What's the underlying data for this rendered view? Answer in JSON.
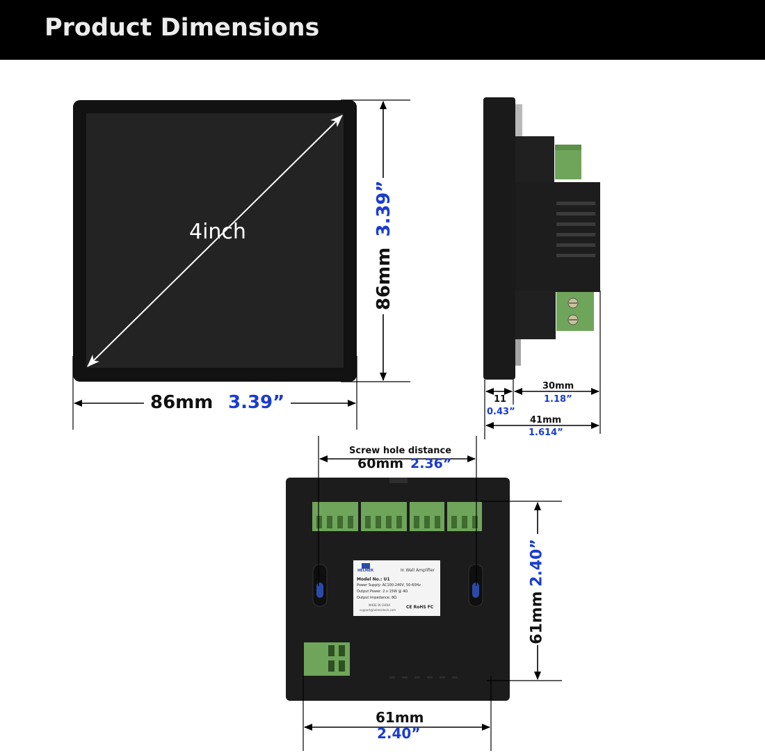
{
  "header": {
    "title": "Product Dimensions"
  },
  "front_view": {
    "diagonal_label": "4inch",
    "width_mm": "86mm",
    "width_in": "3.39”",
    "height_mm": "86mm",
    "height_in": "3.39”"
  },
  "side_view": {
    "front_depth_mm": "11",
    "front_depth_in": "0.43”",
    "rear_depth_mm": "30mm",
    "rear_depth_in": "1.18”",
    "total_depth_mm": "41mm",
    "total_depth_in": "1.614”"
  },
  "back_view": {
    "screw_caption": "Screw hole distance",
    "screw_mm": "60mm",
    "screw_in": "2.36”",
    "height_mm": "61mm",
    "height_in": "2.40”",
    "width_mm": "61mm",
    "width_in": "2.40”",
    "label": {
      "brand": "HELMER",
      "subtitle": "In Wall Amplifier",
      "model": "Model No.: U1",
      "power_supply": "Power Supply: AC100-240V, 50-60Hz",
      "output_power": "Output Power: 2 x 15W @ 4Ω",
      "impedance": "Output Impedance: 8Ω",
      "made_in": "MADE IN CHINA",
      "support": "support@helmertech.com",
      "marks": "CE RoHS FC"
    }
  },
  "colors": {
    "header_bg": "#000000",
    "header_text": "#ececec",
    "accent_blue": "#1a3cd0",
    "device_body": "#1c1c1c",
    "terminal_green": "#6fa55a"
  }
}
